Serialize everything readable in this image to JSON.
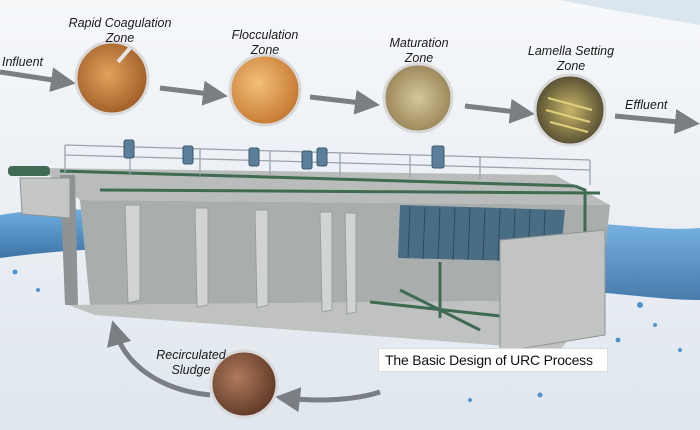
{
  "labels": {
    "influent": "Influent",
    "effluent": "Effluent",
    "zones": [
      {
        "line1": "Rapid Coagulation",
        "line2": "Zone"
      },
      {
        "line1": "Flocculation",
        "line2": "Zone"
      },
      {
        "line1": "Maturation",
        "line2": "Zone"
      },
      {
        "line1": "Lamella Setting",
        "line2": "Zone"
      }
    ],
    "sludge": {
      "line1": "Recirculated",
      "line2": "Sludge"
    }
  },
  "caption": "The Basic Design of URC Process",
  "colors": {
    "arrow": "#7a7f84",
    "concrete": "#c4c7c6",
    "concrete_dark": "#8f9393",
    "water": "#3d88c8",
    "pipe": "#3e6b52",
    "motor": "#5b7f9a",
    "sludge": "#a6652e",
    "lamella": "#4a6d86"
  }
}
